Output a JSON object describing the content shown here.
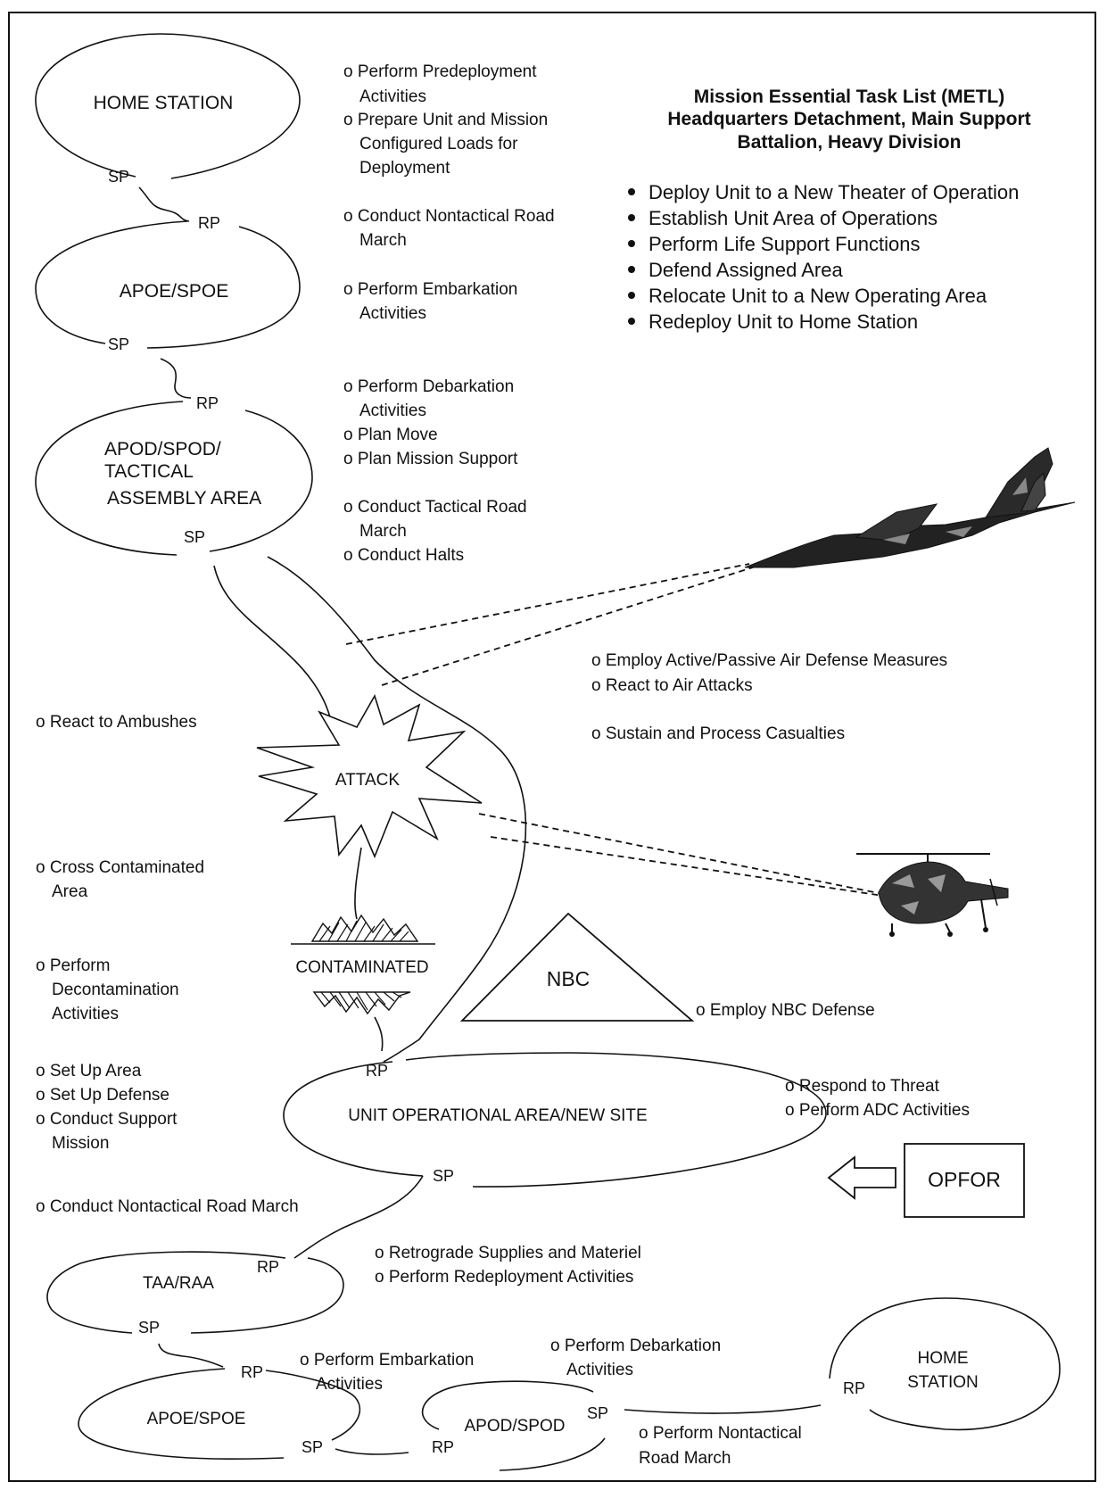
{
  "title": {
    "line1": "Mission Essential Task List (METL)",
    "line2": "Headquarters Detachment, Main Support",
    "line3": "Battalion, Heavy Division"
  },
  "metl_tasks": [
    "Deploy Unit to a New Theater of Operation",
    "Establish Unit Area of Operations",
    "Perform Life Support Functions",
    "Defend Assigned Area",
    "Relocate Unit to a New Operating Area",
    "Redeploy Unit to Home Station"
  ],
  "nodes": {
    "home_station_top": "HOME STATION",
    "apoe_spoe_top": "APOE/SPOE",
    "apod_line1": "APOD/SPOD/",
    "apod_line2": "TACTICAL",
    "apod_line3": "ASSEMBLY AREA",
    "attack": "ATTACK",
    "contaminated": "CONTAMINATED",
    "nbc": "NBC",
    "unit_area": "UNIT OPERATIONAL AREA/NEW SITE",
    "opfor": "OPFOR",
    "taa_raa": "TAA/RAA",
    "apoe_spoe_bottom": "APOE/SPOE",
    "apod_spod_bottom": "APOD/SPOD",
    "home_line1": "HOME",
    "home_line2": "STATION"
  },
  "points": {
    "sp": "SP",
    "rp": "RP"
  },
  "tasks": {
    "predeploy_1": "o Perform Predeployment",
    "predeploy_2": "Activities",
    "prepare_1": "o Prepare Unit and Mission",
    "prepare_2": "Configured Loads for",
    "prepare_3": "Deployment",
    "nontac_1": "o Conduct Nontactical Road",
    "nontac_2": "March",
    "embark_1": "o Perform Embarkation",
    "embark_2": "Activities",
    "debark_1": "o Perform Debarkation",
    "debark_2": "Activities",
    "plan_move": "o Plan Move",
    "plan_support": "o Plan Mission Support",
    "tactical_1": "o Conduct Tactical Road",
    "tactical_2": "March",
    "halts": "o Conduct Halts",
    "air_defense": "o Employ Active/Passive Air Defense Measures",
    "air_attacks": "o React to Air Attacks",
    "casualties": "o Sustain and Process Casualties",
    "ambushes": "o React to Ambushes",
    "cross_1": "o Cross Contaminated",
    "cross_2": "Area",
    "decon_1": "o Perform",
    "decon_2": "Decontamination",
    "decon_3": "Activities",
    "nbc_defense": "o Employ NBC Defense",
    "setup_area": "o Set Up Area",
    "setup_defense": "o Set Up Defense",
    "support_1": "o Conduct Support",
    "support_2": "Mission",
    "respond": "o Respond to Threat",
    "adc": "o Perform ADC Activities",
    "nontac_full": "o Conduct Nontactical Road March",
    "retrograde": "o Retrograde Supplies and Materiel",
    "redeploy": "o Perform Redeployment Activities",
    "embark_b1": "o Perform Embarkation",
    "embark_b2": "Activities",
    "debark_b1": "o Perform Debarkation",
    "debark_b2": "Activities",
    "final_1": "o Perform Nontactical",
    "final_2": "Road March"
  },
  "icons": {
    "aircraft": "jet-fighter-icon",
    "helicopter": "attack-helicopter-icon"
  },
  "colors": {
    "ink": "#111111",
    "paper": "#ffffff"
  }
}
